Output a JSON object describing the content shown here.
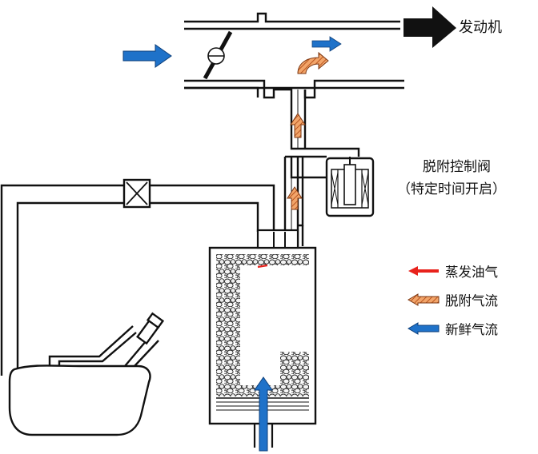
{
  "labels": {
    "engine": "发动机",
    "valve_line1": "脱附控制阀",
    "valve_line2": "（特定时间开启）"
  },
  "legend": [
    {
      "label": "蒸发油气",
      "color": "#e8221c",
      "icon": "red-arrow-icon"
    },
    {
      "label": "脱附气流",
      "color": "#e07a3c",
      "icon": "orange-hatched-arrow-icon"
    },
    {
      "label": "新鲜气流",
      "color": "#1f72c9",
      "icon": "blue-arrow-icon"
    }
  ],
  "colors": {
    "line": "#111111",
    "fresh_air": "#1f72c9",
    "desorb": "#e07a3c",
    "vapor": "#e8221c"
  }
}
